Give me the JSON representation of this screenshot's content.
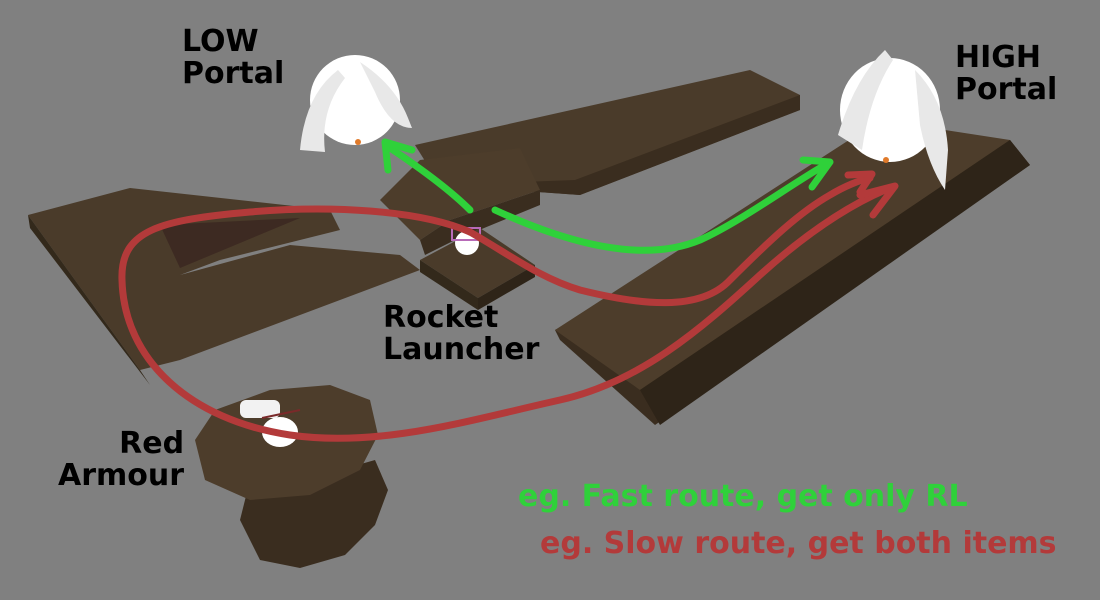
{
  "labels": {
    "low_portal": [
      "LOW",
      "Portal"
    ],
    "high_portal": [
      "HIGH",
      "Portal"
    ],
    "rocket_launcher": [
      "Rocket",
      "Launcher"
    ],
    "red_armour": [
      "Red",
      "Armour"
    ]
  },
  "legend": {
    "fast_route": "eg. Fast route, get only RL",
    "slow_route": "eg. Slow route, get both items"
  },
  "colors": {
    "background": "#808080",
    "platform_top": "#4a3b2a",
    "platform_side": "#3a2d1f",
    "fast_route": "#2fd13a",
    "slow_route": "#b33a3a",
    "portal": "#ffffff"
  }
}
